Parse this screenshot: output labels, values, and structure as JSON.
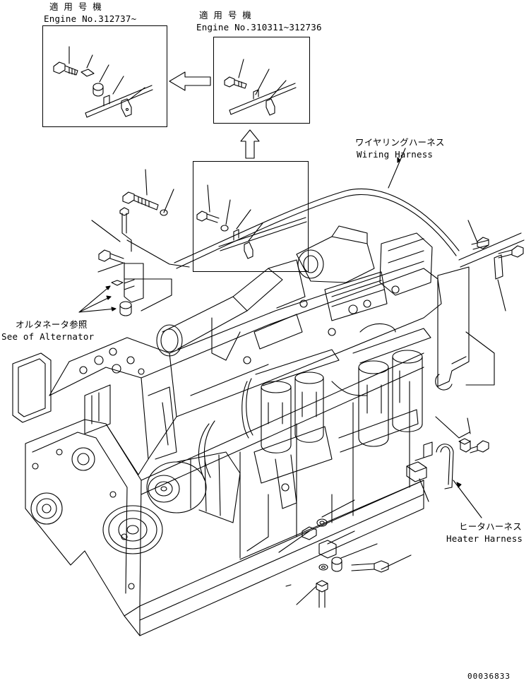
{
  "callouts": {
    "left_box": {
      "applies_jp": "適 用 号 機",
      "engine_range": "Engine No.312737~"
    },
    "right_box": {
      "applies_jp": "適 用 号 機",
      "engine_range": "Engine No.310311~312736"
    }
  },
  "labels": {
    "wiring_harness_jp": "ワイヤリングハーネス",
    "wiring_harness_en": "Wiring Harness",
    "alternator_jp": "オルタネータ参照",
    "alternator_en": "See of Alternator",
    "heater_harness_jp": "ヒータハーネス",
    "heater_harness_en": "Heater Harness"
  },
  "drawing_number": "00036833",
  "icons": [
    "arrow-left-icon",
    "arrow-up-icon"
  ]
}
